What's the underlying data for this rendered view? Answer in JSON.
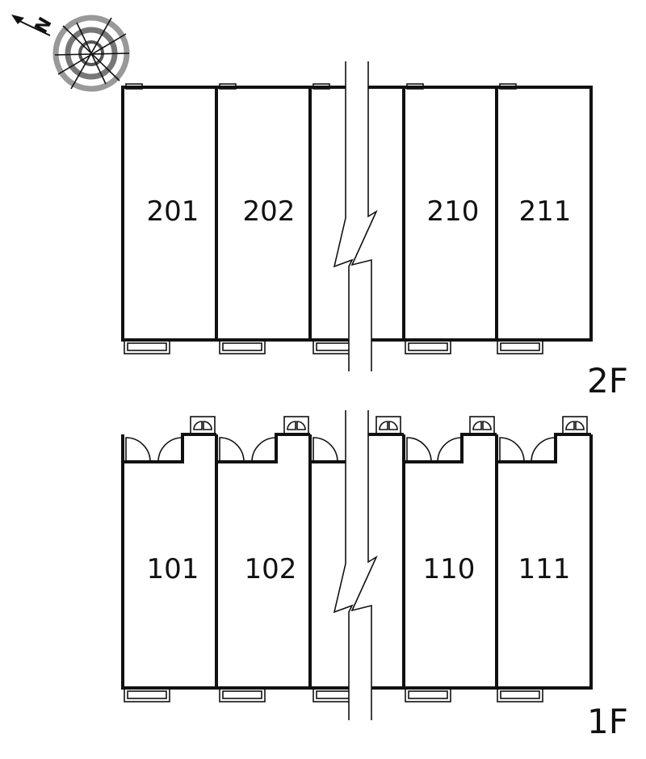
{
  "floors": [
    {
      "label": "2F",
      "units": [
        "201",
        "202",
        "210",
        "211"
      ]
    },
    {
      "label": "1F",
      "units": [
        "101",
        "102",
        "110",
        "111"
      ]
    }
  ],
  "compass": {
    "letter": "N",
    "icon": "north-arrow-compass-icon"
  },
  "colors": {
    "line": "#111111",
    "background": "#ffffff",
    "compass_ring": "#888888"
  }
}
